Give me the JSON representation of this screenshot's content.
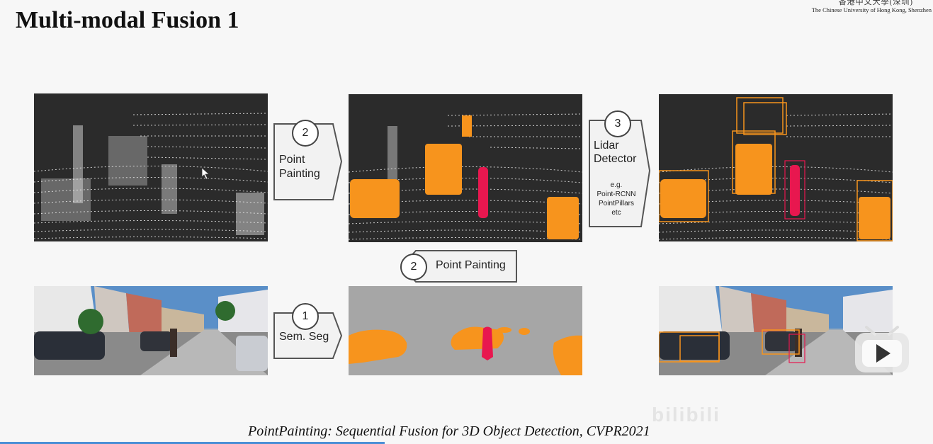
{
  "slide": {
    "title": "Multi-modal Fusion 1",
    "citation": "PointPainting: Sequential Fusion for 3D Object Detection, CVPR2021"
  },
  "logo": {
    "chinese": "香港中文大學(深圳)",
    "english": "The Chinese University of Hong Kong, Shenzhen"
  },
  "steps": {
    "point_painting_top": {
      "num": "2",
      "line1": "Point",
      "line2": "Painting"
    },
    "lidar_detector": {
      "num": "3",
      "line1": "Lidar",
      "line2": "Detector",
      "examples": [
        "e.g.",
        "Point-RCNN",
        "PointPillars",
        "etc"
      ]
    },
    "point_painting_mid": {
      "num": "2",
      "label": "Point Painting"
    },
    "sem_seg": {
      "num": "1",
      "label": "Sem. Seg"
    }
  },
  "colors": {
    "car": "#f7941d",
    "pedestrian": "#e8174f",
    "lidar_bg": "#2b2b2b",
    "seg_bg": "#a6a6a6",
    "accent_line": "#4a8fd6"
  },
  "overlay": {
    "watermark": "bilibili",
    "play_icon": "play-icon"
  }
}
